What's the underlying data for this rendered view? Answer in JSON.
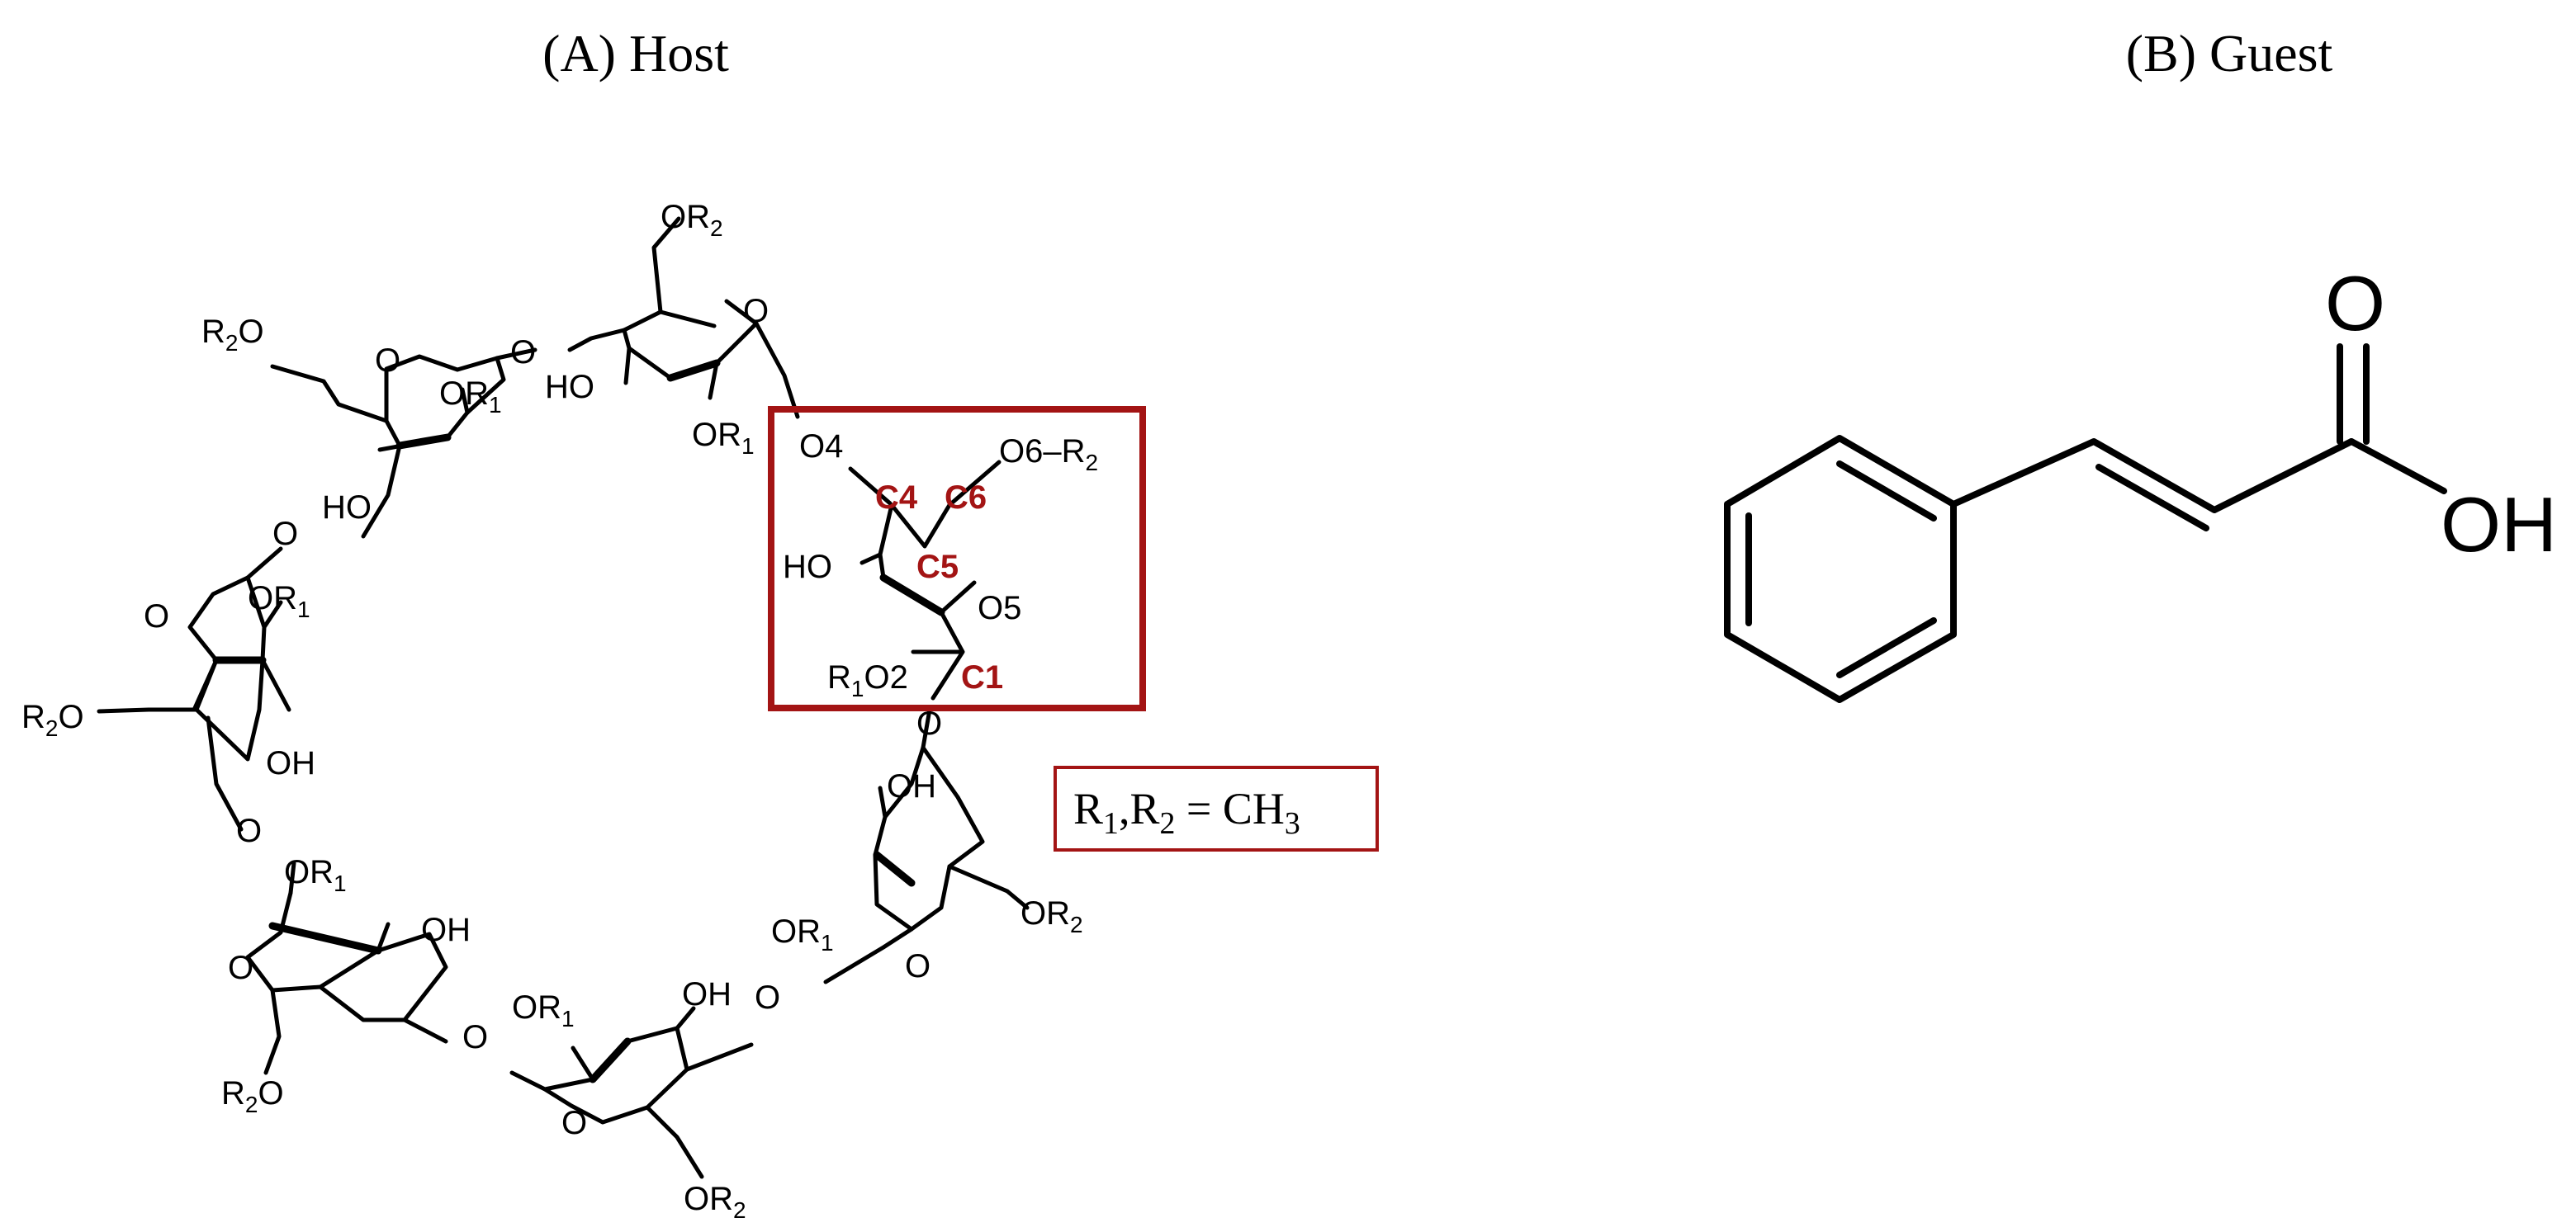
{
  "captions": {
    "host": "(A) Host",
    "guest": "(B) Guest"
  },
  "host": {
    "or1": {
      "main": "OR",
      "sub": "1"
    },
    "or2": {
      "main": "OR",
      "sub": "2"
    },
    "r2o": {
      "main": "R",
      "sub": "2",
      "tail": "O"
    },
    "ho": "HO",
    "oh": "OH",
    "o": "O",
    "highlight": {
      "o4": "O4",
      "c4": "C4",
      "c6": "C6",
      "o6": "O6–R",
      "o6_sub": "2",
      "c5": "C5",
      "o5": "O5",
      "r1o2": {
        "main": "R",
        "sub": "1",
        "tail": "O2"
      },
      "c1": "C1"
    },
    "substituent_note": {
      "a": "R",
      "a_sub": "1",
      "b": ",R",
      "b_sub": "2",
      "eq": " = CH",
      "eq_sub": "3"
    },
    "highlight_color": "#a31414"
  },
  "guest": {
    "carbonyl_o": "O",
    "hydroxyl": "OH"
  }
}
